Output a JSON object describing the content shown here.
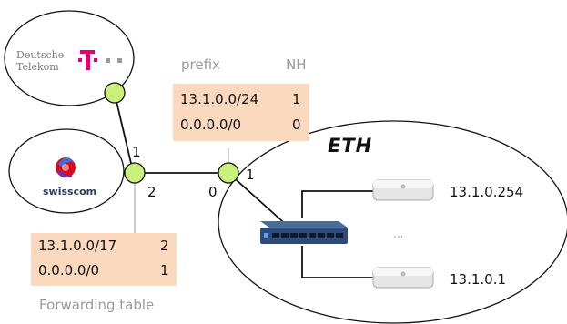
{
  "providers": {
    "telekom": {
      "line1": "Deutsche",
      "line2": "Telekom",
      "logo_letter": "T",
      "color": "#e20074"
    },
    "swisscom": {
      "name": "swisscom"
    }
  },
  "eth": {
    "name": "ETH"
  },
  "ports": {
    "router_top": "1",
    "router_right": "2",
    "eth_router_left": "0",
    "eth_router_right": "1"
  },
  "eth_table": {
    "header_prefix": "prefix",
    "header_nh": "NH",
    "rows": [
      {
        "prefix": "13.1.0.0/24",
        "nh": "1"
      },
      {
        "prefix": "0.0.0.0/0",
        "nh": "0"
      }
    ]
  },
  "swisscom_table": {
    "rows": [
      {
        "prefix": "13.1.0.0/17",
        "nh": "2"
      },
      {
        "prefix": "0.0.0.0/0",
        "nh": "1"
      }
    ],
    "caption": "Forwarding table"
  },
  "hosts": {
    "top": "13.1.0.254",
    "bottom": "13.1.0.1",
    "ellipsis": "..."
  },
  "colors": {
    "router_fill": "#c8f07a",
    "table_fill": "#fbd9bf",
    "switch_blue": "#2c4a7a"
  }
}
